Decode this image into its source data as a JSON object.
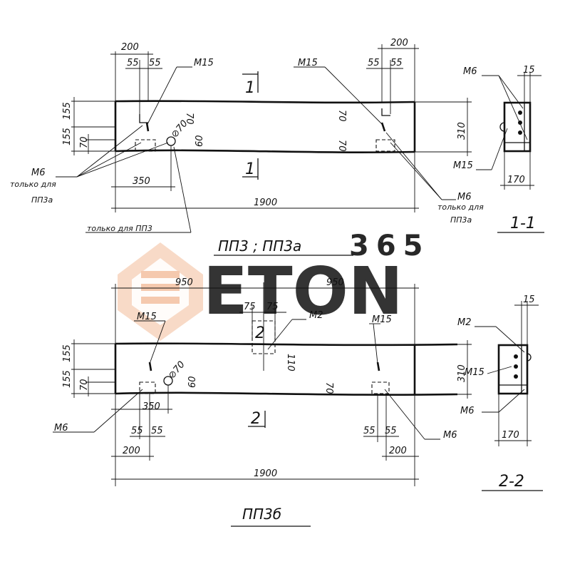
{
  "watermark": {
    "text": "ETON",
    "number": "365",
    "color_orange": "#f5c9ae",
    "color_gray": "#cfcfcf"
  },
  "drawing1": {
    "title": "ПП3 ; ПП3а",
    "dim_200_left": "200",
    "dim_55_a": "55",
    "dim_55_b": "55",
    "dim_55_c": "55",
    "dim_55_d": "55",
    "dim_200_right": "200",
    "dim_155_top": "155",
    "dim_155_bot": "155",
    "dim_70_left": "70",
    "dim_70_a": "70",
    "dim_70_b": "70",
    "dim_70_c": "70",
    "dim_310": "310",
    "dim_60": "60",
    "dim_hole": "⊘70",
    "dim_350": "350",
    "dim_1900": "1900",
    "label_m15_left": "M15",
    "label_m15_right": "M15",
    "label_m6_left": "M6",
    "label_m6_right": "M6",
    "note_left": "только для",
    "note_left2": "ПП3а",
    "note_right": "только для",
    "note_right2": "ПП3а",
    "note_bottom": "только для ПП3",
    "section_mark_top": "1",
    "section_mark_bottom": "1"
  },
  "section1": {
    "title": "1-1",
    "label_m6": "M6",
    "label_m15": "M15",
    "dim_15": "15",
    "dim_170": "170"
  },
  "drawing2": {
    "title": "ПП3б",
    "dim_950_left": "950",
    "dim_950_right": "950",
    "dim_75_a": "75",
    "dim_75_b": "75",
    "dim_155_top": "155",
    "dim_155_bot": "155",
    "dim_70_left": "70",
    "dim_70_right": "70",
    "dim_110": "110",
    "dim_310": "310",
    "dim_60": "60",
    "dim_hole": "⊘70",
    "dim_350": "350",
    "dim_55_a": "55",
    "dim_55_b": "55",
    "dim_55_c": "55",
    "dim_55_d": "55",
    "dim_200_left": "200",
    "dim_200_right": "200",
    "dim_1900": "1900",
    "label_m15_left": "M15",
    "label_m15_right": "M15",
    "label_m2": "M2",
    "label_m6_left": "M6",
    "label_m6_right": "M6",
    "box_mark": "2",
    "section_mark": "2"
  },
  "section2": {
    "title": "2-2",
    "label_m2": "M2",
    "label_m15": "M15",
    "label_m6": "M6",
    "dim_15": "15",
    "dim_310": "310",
    "dim_170": "170"
  }
}
